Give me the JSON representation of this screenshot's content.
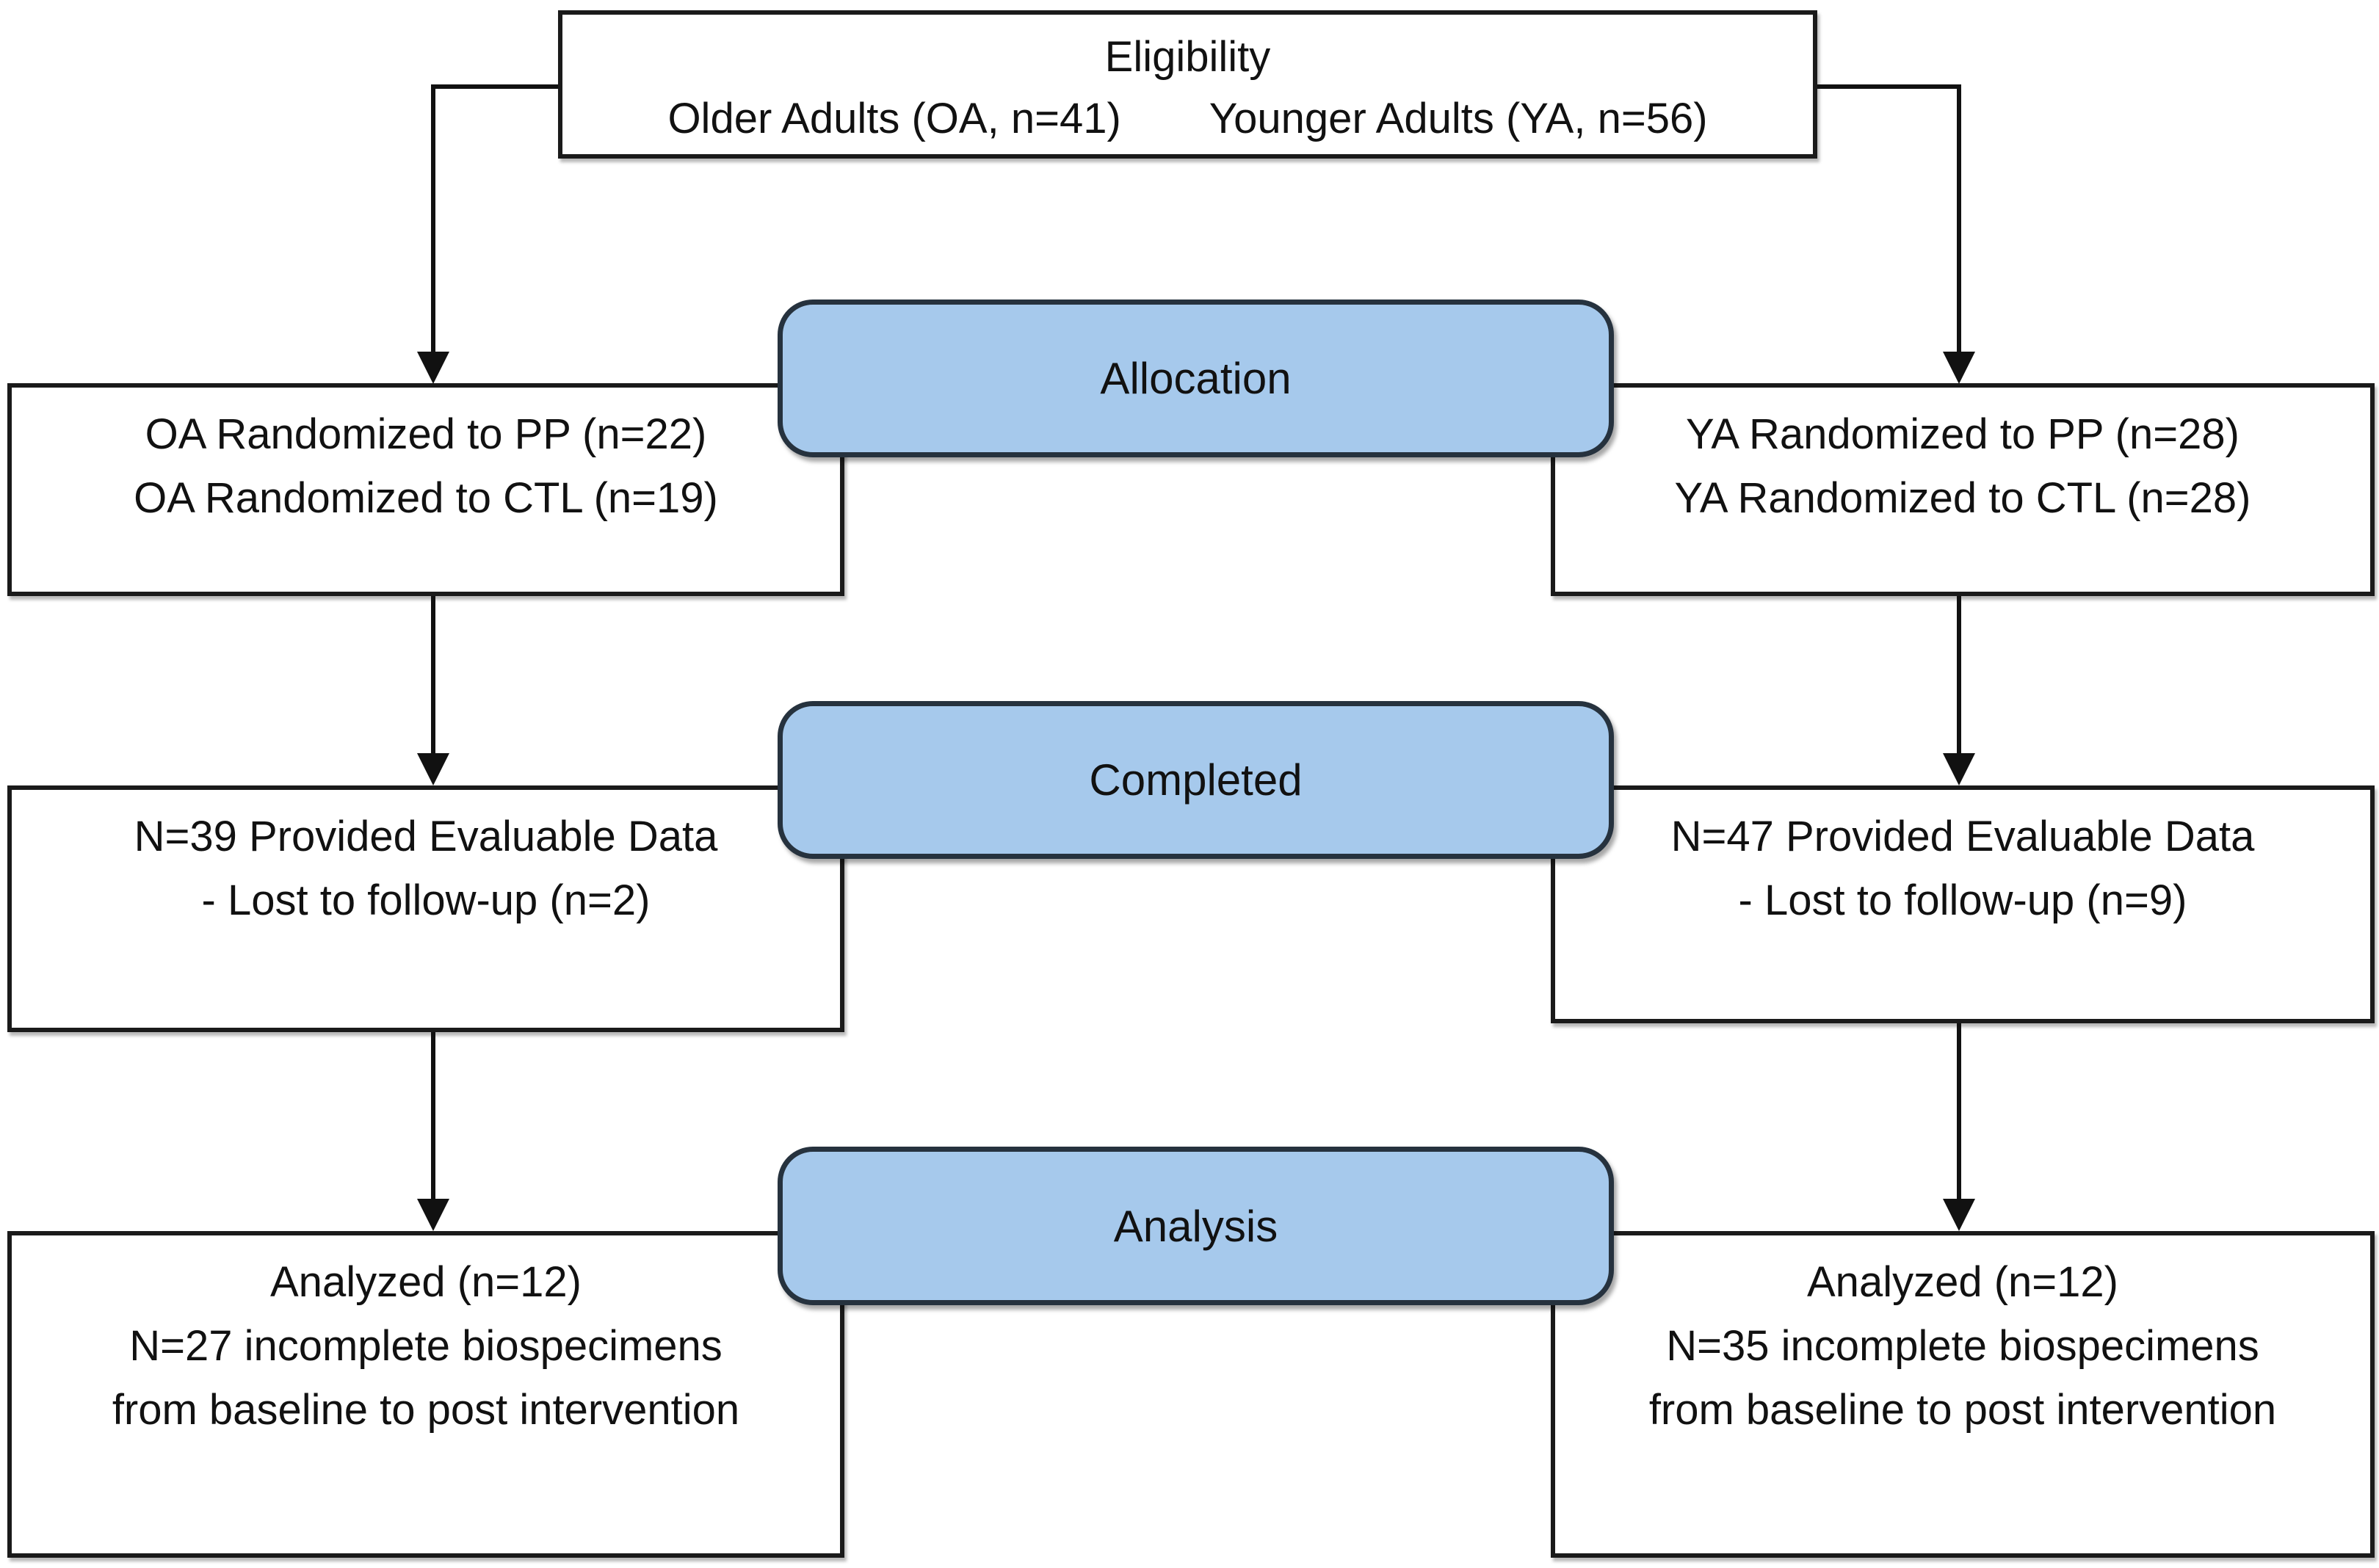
{
  "eligibility": {
    "title": "Eligibility",
    "older_adults": "Older Adults (OA, n=41)",
    "younger_adults": "Younger Adults (YA, n=56)"
  },
  "stages": [
    {
      "label": "Allocation",
      "left_box": {
        "line1": "OA Randomized to PP (n=22)",
        "line2": "OA Randomized to CTL (n=19)"
      },
      "right_box": {
        "line1": "YA Randomized to PP (n=28)",
        "line2": "YA Randomized to CTL (n=28)"
      }
    },
    {
      "label": "Completed",
      "left_box": {
        "line1": "N=39 Provided Evaluable Data",
        "line2": "- Lost to follow-up (n=2)"
      },
      "right_box": {
        "line1": "N=47 Provided Evaluable Data",
        "line2": "- Lost to follow-up (n=9)"
      }
    },
    {
      "label": "Analysis",
      "left_box": {
        "line1": "Analyzed (n=12)",
        "line2": "N=27 incomplete biospecimens",
        "line3": "from baseline to post intervention"
      },
      "right_box": {
        "line1": "Analyzed (n=12)",
        "line2": "N=35 incomplete biospecimens",
        "line3": "from baseline to post intervention"
      }
    }
  ],
  "colors": {
    "stage_fill": "#A6C9EC",
    "stage_border": "#26323E",
    "box_border": "#1A1A1A",
    "connector": "#111111",
    "background": "#FFFFFF",
    "text": "#111111"
  }
}
